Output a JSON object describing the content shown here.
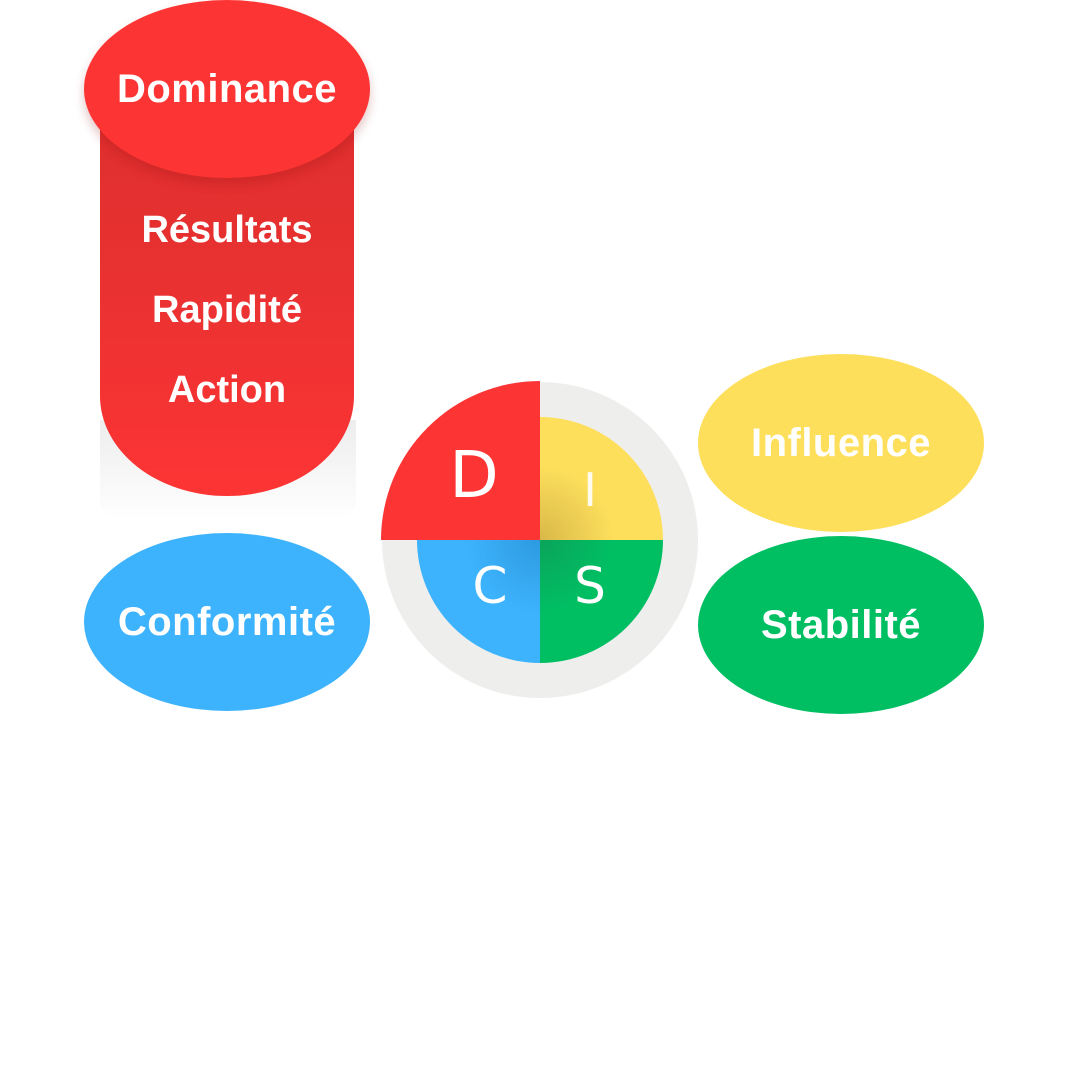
{
  "dominance": {
    "title": "Dominance",
    "items": [
      "Résultats",
      "Rapidité",
      "Action"
    ],
    "color": "#fd3434"
  },
  "influence": {
    "title": "Influence",
    "color": "#fddf5c"
  },
  "stabilite": {
    "title": "Stabilité",
    "color": "#00bf63"
  },
  "conformite": {
    "title": "Conformité",
    "color": "#3db3fd"
  },
  "wheel": {
    "letters": {
      "d": "D",
      "i": "I",
      "s": "S",
      "c": "C"
    },
    "ring_color": "#eeeeec"
  }
}
